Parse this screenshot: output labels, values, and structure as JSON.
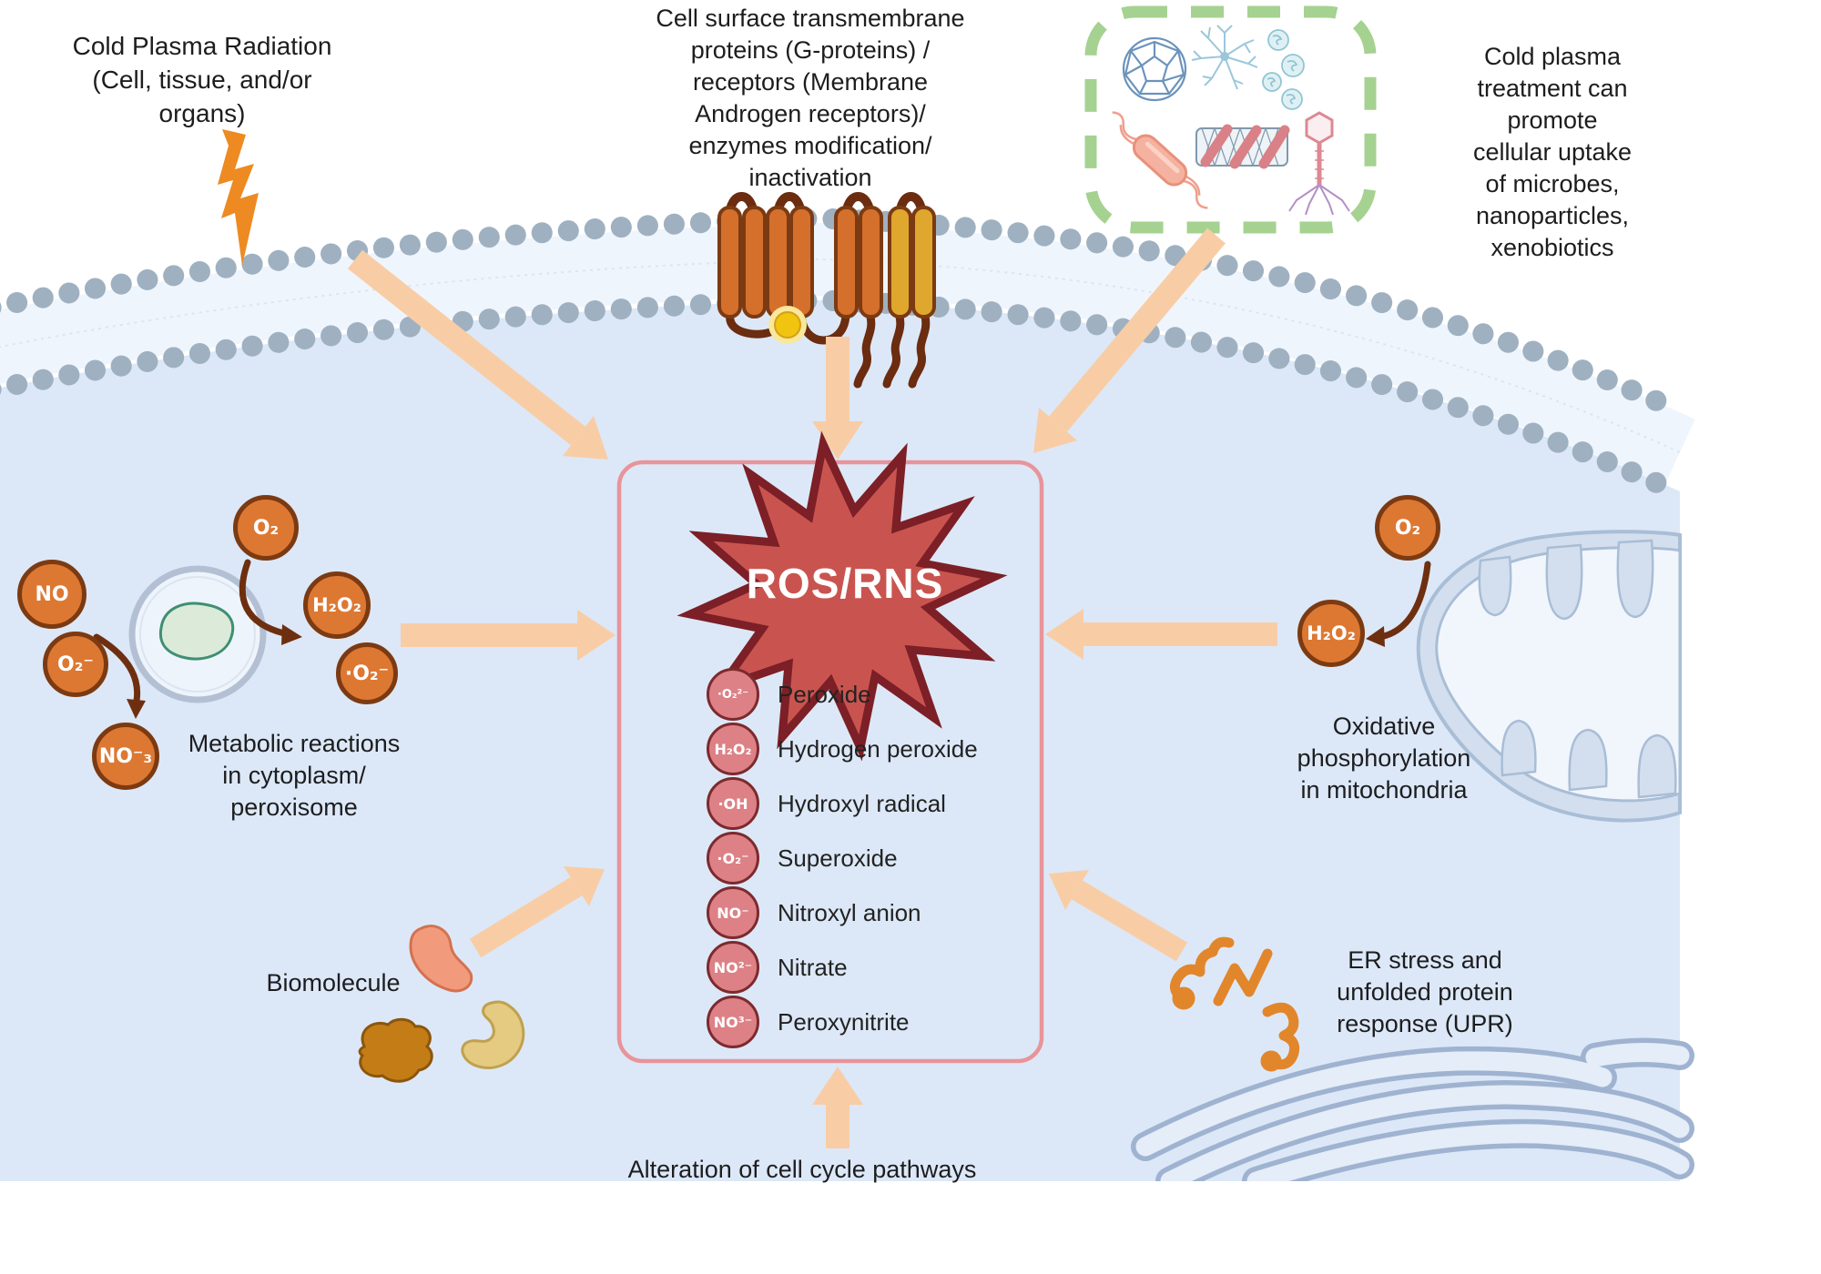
{
  "colors": {
    "cell_fill": "#dce8f7",
    "tail_band": "#eff5fc",
    "membrane_dot": "#9fb1c1",
    "peach": "#f8cda6",
    "brown_arrow": "#6e2f10",
    "orange_fill": "#dd7833",
    "orange_stroke": "#7c3a12",
    "pink_fill": "#dd8186",
    "pink_stroke": "#7c2a2e",
    "star_red": "#c9544f",
    "star_stroke": "#7c1f26",
    "box_border": "#e8949a",
    "green_dash": "#a5d290",
    "organelle_fill": "#d3dfee",
    "organelle_stroke": "#a9bdd6",
    "lightning_orange": "#ed8a22",
    "unfolded_protein_orange": "#e2862c"
  },
  "labels": {
    "cold_plasma_radiation": "Cold Plasma Radiation\n(Cell, tissue, and/or\norgans)",
    "cell_surface": "Cell surface transmembrane\nproteins (G-proteins) /\nreceptors (Membrane\nAndrogen receptors)/\nenzymes   modification/\ninactivation",
    "cold_plasma_treatment": "Cold plasma\ntreatment can\npromote\ncellular uptake\nof microbes,\nnanoparticles,\nxenobiotics",
    "metabolic": "Metabolic reactions\nin cytoplasm/\nperoxisome",
    "oxidative": "Oxidative\nphosphorylation\nin mitochondria",
    "biomolecule": "Biomolecule",
    "er_stress": "ER stress and\nunfolded protein\nresponse (UPR)",
    "alteration": "Alteration of cell cycle pathways",
    "ros_rns": "ROS/RNS"
  },
  "molecules": {
    "left": {
      "o2": "O₂",
      "no": "NO",
      "o2_minus": "O₂⁻",
      "h2o2": "H₂O₂",
      "superoxide": "·O₂⁻",
      "no3": "NO⁻₃"
    },
    "right": {
      "o2": "O₂",
      "h2o2": "H₂O₂"
    }
  },
  "ros_list": [
    {
      "formula": "·O₂²⁻",
      "name": "Peroxide"
    },
    {
      "formula": "H₂O₂",
      "name": "Hydrogen peroxide"
    },
    {
      "formula": "·OH",
      "name": "Hydroxyl radical"
    },
    {
      "formula": "·O₂⁻",
      "name": "Superoxide"
    },
    {
      "formula": "NO⁻",
      "name": "Nitroxyl anion"
    },
    {
      "formula": "NO²⁻",
      "name": "Nitrate"
    },
    {
      "formula": "NO³⁻",
      "name": "Peroxynitrite"
    }
  ],
  "icons": {
    "radiation": "lightning-bolt",
    "receptor": "seven-transmembrane-receptor",
    "uptake_examples": [
      "fullerene",
      "dendrimer",
      "nanoparticles",
      "bacterium",
      "carbon-nanotube",
      "bacteriophage"
    ],
    "organelles": [
      "peroxisome",
      "mitochondria",
      "endoplasmic-reticulum"
    ],
    "other": [
      "biomolecule-blobs",
      "unfolded-proteins"
    ]
  }
}
